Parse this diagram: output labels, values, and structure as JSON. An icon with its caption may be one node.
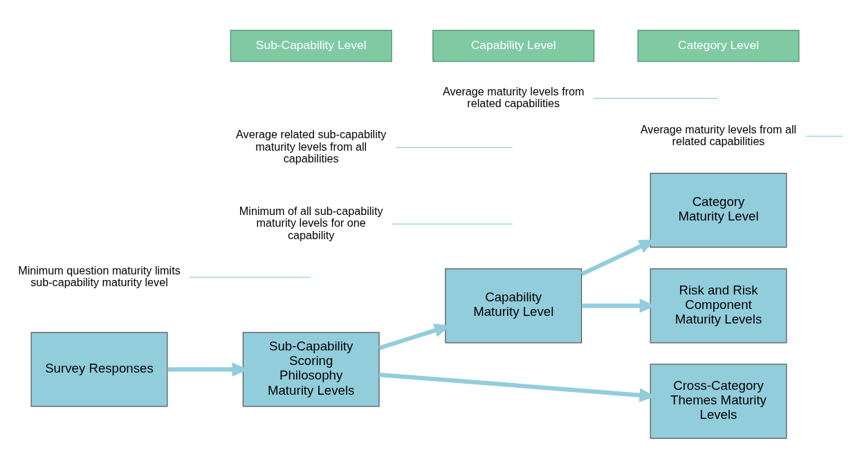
{
  "diagram": {
    "nodes": [
      {
        "text": [
          "Survey Responses"
        ]
      },
      {
        "text": [
          "Sub-Capability Scoring Philosophy Maturity Levels"
        ]
      },
      {
        "text": [
          "Capability Maturity Level"
        ]
      },
      {
        "text": [
          "Category Maturity Level"
        ]
      },
      {
        "text": [
          "Risk and Risk Component Maturity Levels"
        ]
      },
      {
        "text": [
          "Cross-Category Themes Maturity Levels"
        ]
      },
      {
        "text": [
          "Minimum question maturity limits sub-capability maturity level"
        ]
      },
      {
        "text": [
          "Minimum of all sub-capability maturity levels for one capability"
        ]
      },
      {
        "text": [
          "Average maturity levels from all related capabilities"
        ]
      },
      {
        "text": [
          "Average related sub-capability maturity levels from all capabilities"
        ]
      },
      {
        "text": [
          "Average maturity levels from related capabilities"
        ]
      },
      {
        "text": [
          "Sub-Capability Level"
        ]
      },
      {
        "text": [
          "Capability Level"
        ]
      },
      {
        "text": [
          "Category Level"
        ]
      }
    ],
    "edges": [
      {
        "from": 0,
        "to": 1,
        "arrow": "to",
        "style": "thick"
      },
      {
        "from": 1,
        "to": 2,
        "arrow": "to",
        "style": "thick"
      },
      {
        "from": 2,
        "to": 3,
        "arrow": "to",
        "style": "thick"
      },
      {
        "from": 2,
        "to": 4,
        "arrow": "to",
        "style": "thick"
      },
      {
        "from": 1,
        "to": 5,
        "arrow": "to",
        "style": "thick"
      },
      {
        "from": 6,
        "to": null,
        "arrow": "none"
      },
      {
        "from": 7,
        "to": null,
        "arrow": "none"
      },
      {
        "from": 8,
        "to": null,
        "arrow": "none"
      },
      {
        "from": 9,
        "to": null,
        "arrow": "none"
      },
      {
        "from": 10,
        "to": null,
        "arrow": "none"
      }
    ]
  }
}
